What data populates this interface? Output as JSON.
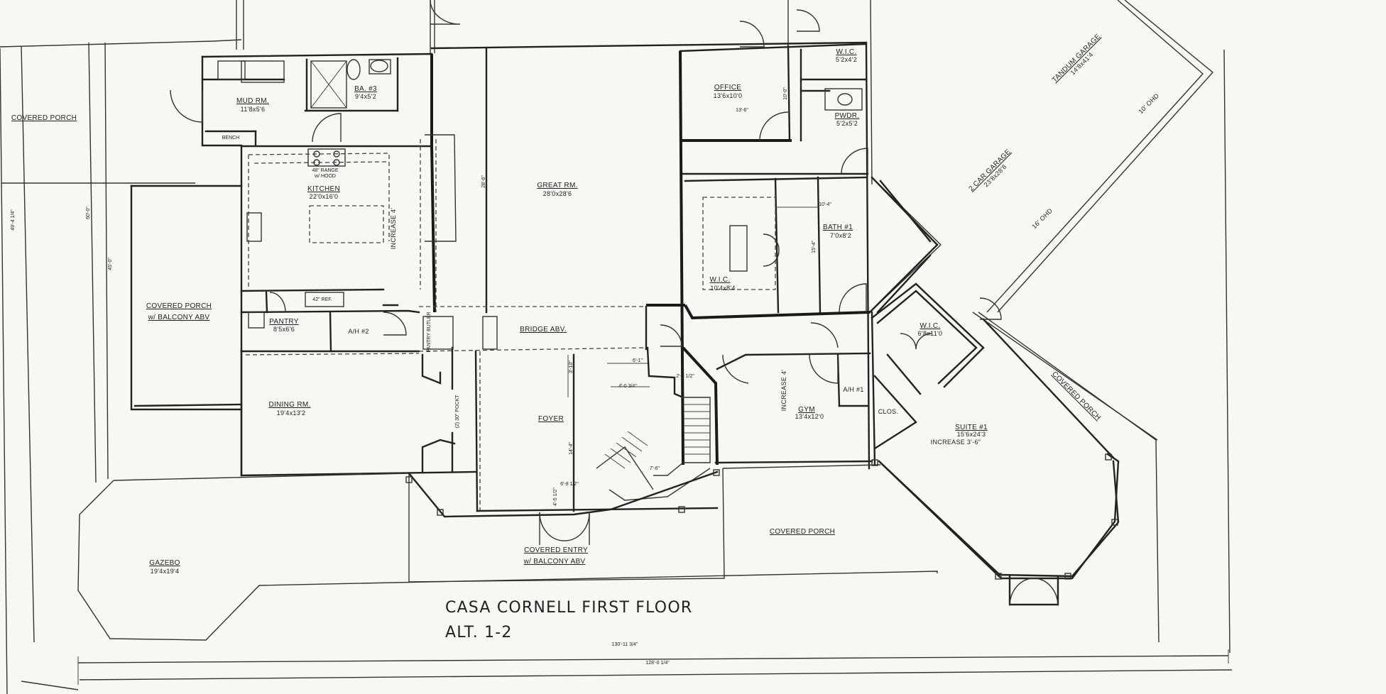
{
  "title": {
    "line1": "CASA CORNELL FIRST FLOOR",
    "line2": "ALT. 1-2"
  },
  "rooms": {
    "covered_porch_west": {
      "label": "COVERED PORCH"
    },
    "mud_rm": {
      "label": "MUD RM.",
      "dim": "11'8x5'6"
    },
    "bench": {
      "label": "BENCH"
    },
    "ba3": {
      "label": "BA. #3",
      "dim": "9'4x5'2"
    },
    "kitchen": {
      "label": "KITCHEN",
      "dim": "22'0x16'0"
    },
    "range": {
      "label": "48\" RANGE",
      "sub": "w/ HOOD"
    },
    "great_rm": {
      "label": "GREAT RM.",
      "dim": "28'0x28'6"
    },
    "office": {
      "label": "OFFICE",
      "dim": "13'6x10'0"
    },
    "wic_top": {
      "label": "W.I.C.",
      "dim": "5'2x4'2"
    },
    "pwdr": {
      "label": "PWDR.",
      "dim": "5'2x5'2"
    },
    "tandem_garage": {
      "label": "TANDUM GARAGE",
      "dim": "14'8x41'4"
    },
    "two_car_garage": {
      "label": "2 CAR GARAGE",
      "dim": "23'8x28'8"
    },
    "covered_porch_balcony": {
      "label": "COVERED PORCH",
      "sub": "w/ BALCONY ABV"
    },
    "pantry": {
      "label": "PANTRY",
      "dim": "8'5x6'6"
    },
    "ah2": {
      "label": "A/H #2"
    },
    "pantry_butler": {
      "label": "PANTRY BUTLER"
    },
    "bridge": {
      "label": "BRIDGE ABV."
    },
    "wic_master": {
      "label": "W.I.C.",
      "dim": "10'4x8'4"
    },
    "bath1": {
      "label": "BATH #1",
      "dim": "7'0x8'2"
    },
    "wic_suite": {
      "label": "W.I.C.",
      "dim": "6'8x11'0"
    },
    "dining": {
      "label": "DINING RM.",
      "dim": "19'4x13'2"
    },
    "foyer": {
      "label": "FOYER"
    },
    "gym": {
      "label": "GYM",
      "dim": "13'4x12'0"
    },
    "ah1": {
      "label": "A/H #1"
    },
    "clos": {
      "label": "CLOS."
    },
    "suite1": {
      "label": "SUITE #1",
      "dim": "15'6x24'3",
      "sub": "INCREASE 3'-6\""
    },
    "covered_porch_ne": {
      "label": "COVERED PORCH"
    },
    "covered_entry": {
      "label": "COVERED ENTRY",
      "sub": "w/ BALCONY ABV"
    },
    "covered_porch_south": {
      "label": "COVERED PORCH"
    },
    "gazebo": {
      "label": "GAZEBO",
      "dim": "19'4x19'4"
    }
  },
  "notes": {
    "ohd_upper": "10' OHD",
    "ohd_lower": "16' OHD",
    "increase_kitchen": "INCREASE 4'",
    "increase_gym": "INCREASE 4'",
    "ref": "42\" REF.",
    "great_depth": "28'-6\"",
    "office_w": "13'-6\"",
    "office_d": "10'-0\"",
    "bath_w": "10'-4\"",
    "bath_d": "15'-4\"",
    "porch_left_a": "49'-4 1/4\"",
    "porch_left_b": "60'-0\"",
    "porch_left_c": "45'-0\"",
    "pocket": "(2) 30\" POCKT",
    "foyer_a": "3'-10\"",
    "foyer_b": "14'-4\"",
    "foyer_c": "4'-5 1/2\"",
    "stair_a": "6'-1\"",
    "stair_b": "4'-0 3/4\"",
    "stair_c": "6'-8 1/2\"",
    "stair_d": "7'-6\"",
    "stair_e": "2'-3 1/2\"",
    "dim_overall_top": "130'-11 3/4\"",
    "dim_overall_bottom": "128'-0 1/4\""
  }
}
